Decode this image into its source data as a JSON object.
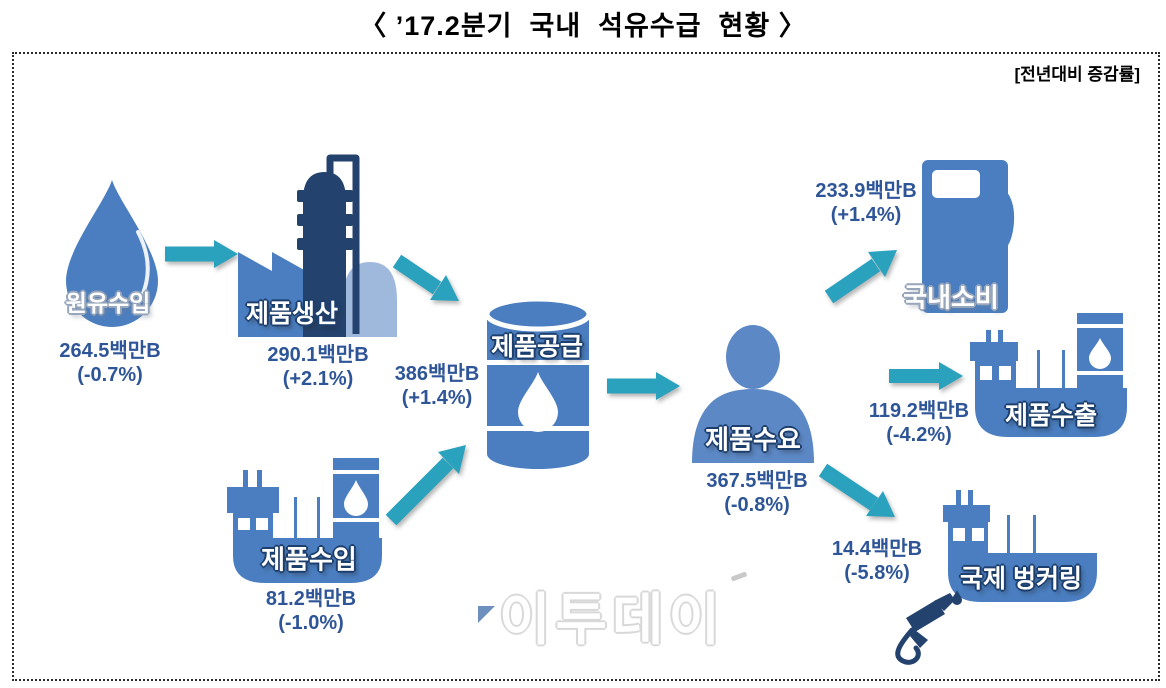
{
  "title": "〈 ’17.2분기  국내  석유수급  현황 〉",
  "note": "[전년대비 증감률]",
  "watermark": "이투데이",
  "nodes": {
    "crude_import": {
      "label": "원유수입",
      "value": "264.5백만B",
      "change": "(-0.7%)"
    },
    "production": {
      "label": "제품생산",
      "value": "290.1백만B",
      "change": "(+2.1%)"
    },
    "supply": {
      "label": "제품공급",
      "value": "386백만B",
      "change": "(+1.4%)"
    },
    "product_import": {
      "label": "제품수입",
      "value": "81.2백만B",
      "change": "(-1.0%)"
    },
    "demand": {
      "label": "제품수요",
      "value": "367.5백만B",
      "change": "(-0.8%)"
    },
    "domestic_consumption": {
      "label": "국내소비",
      "value": "233.9백만B",
      "change": "(+1.4%)"
    },
    "product_export": {
      "label": "제품수출",
      "value": "119.2백만B",
      "change": "(-4.2%)"
    },
    "bunkering": {
      "label": "국제 벙커링",
      "value": "14.4백만B",
      "change": "(-5.8%)"
    }
  },
  "flows": [
    {
      "from": "crude_import",
      "to": "production"
    },
    {
      "from": "production",
      "to": "supply"
    },
    {
      "from": "product_import",
      "to": "supply"
    },
    {
      "from": "supply",
      "to": "demand"
    },
    {
      "from": "demand",
      "to": "domestic_consumption"
    },
    {
      "from": "demand",
      "to": "product_export"
    },
    {
      "from": "demand",
      "to": "bunkering"
    }
  ],
  "colors": {
    "icon_blue": "#4a7ec0",
    "icon_navy": "#24426e",
    "icon_light_blue": "#9fb9dd",
    "person_blue": "#5c88c6",
    "arrow_teal": "#2aa2be",
    "value_text": "#2e5597"
  }
}
